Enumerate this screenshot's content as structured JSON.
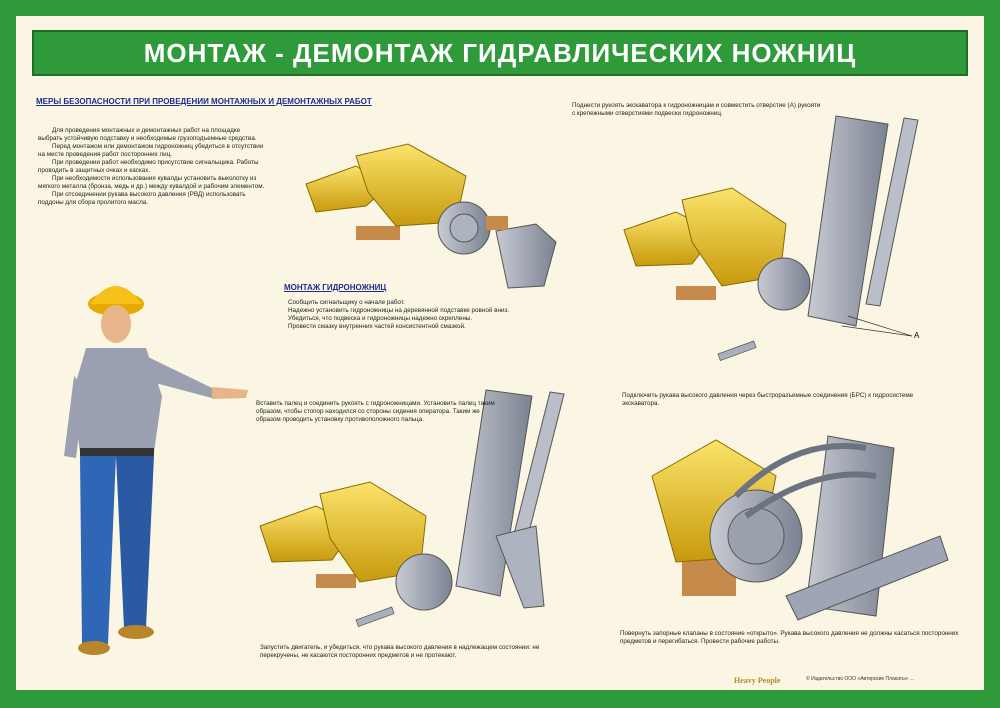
{
  "title": "МОНТАЖ - ДЕМОНТАЖ  ГИДРАВЛИЧЕСКИХ НОЖНИЦ",
  "safety": {
    "heading": "МЕРЫ БЕЗОПАСНОСТИ ПРИ ПРОВЕДЕНИИ МОНТАЖНЫХ И ДЕМОНТАЖНЫХ РАБОТ",
    "paragraphs": [
      "Для проведения монтажных и демонтажных работ на площадке выбрать устойчивую подставку и необходимые грузоподъемные средства.",
      "Перед монтажом или демонтажом гидроножниц убедиться в отсутствии на месте проведения работ посторонних лиц.",
      "При проведении работ необходимо присутствие сигнальщика. Работы проводить в защитных очках и касках.",
      "При необходимости использования кувалды установить выколотку из мягкого металла (бронза, медь и др.) между кувалдой и рабочим элементом.",
      "При отсоединении рукава высокого давления (РВД) использовать поддоны для сбора пролитого масла."
    ]
  },
  "mount": {
    "heading": "МОНТАЖ ГИДРОНОЖНИЦ",
    "paragraphs": [
      "Сообщить сигнальщику о начале работ.",
      "Надежно установить гидроножницы на деревянной подставке ровной вниз.",
      "Убедиться, что подвеска и гидроножницы надежно скреплены.",
      "Провести смазку внутренних частей консистентной смазкой."
    ]
  },
  "captions": {
    "step1": "Поднести рукоять экскаватора к гидроножницам и совместить отверстие (А) рукояти с крепежными отверстиями подвески гидроножниц.",
    "step2": "Вставить палец и соединить рукоять с гидроножницами. Установить палец таким образом, чтобы стопор находился со стороны сидения оператора. Таким же образом проводить установку противоположного пальца.",
    "step3": "Подключить рукава высокого давления через быстроразъемные соединения (БРС) к гидросистеме экскаватора.",
    "step4": "Запустить двигатель, и убедиться, что рукава высокого давления в надлежащем состоянии: не перекручены, не касаются посторонних предметов и не протекают.",
    "step5": "Повернуть запорные клапаны в состояние «открыто». Рукава высокого давления не должны касаться посторонних предметов и перегибаться. Провести рабочие работы."
  },
  "label_a": "А",
  "brand": "Heavy People",
  "footer": "© Издательство ООО «Авторские Плакаты» ...",
  "colors": {
    "frame": "#2f9a3a",
    "background": "#fbf6e4",
    "heading": "#1c2f8a",
    "shears": "#e9c21c",
    "steel": "#8d95a3"
  }
}
